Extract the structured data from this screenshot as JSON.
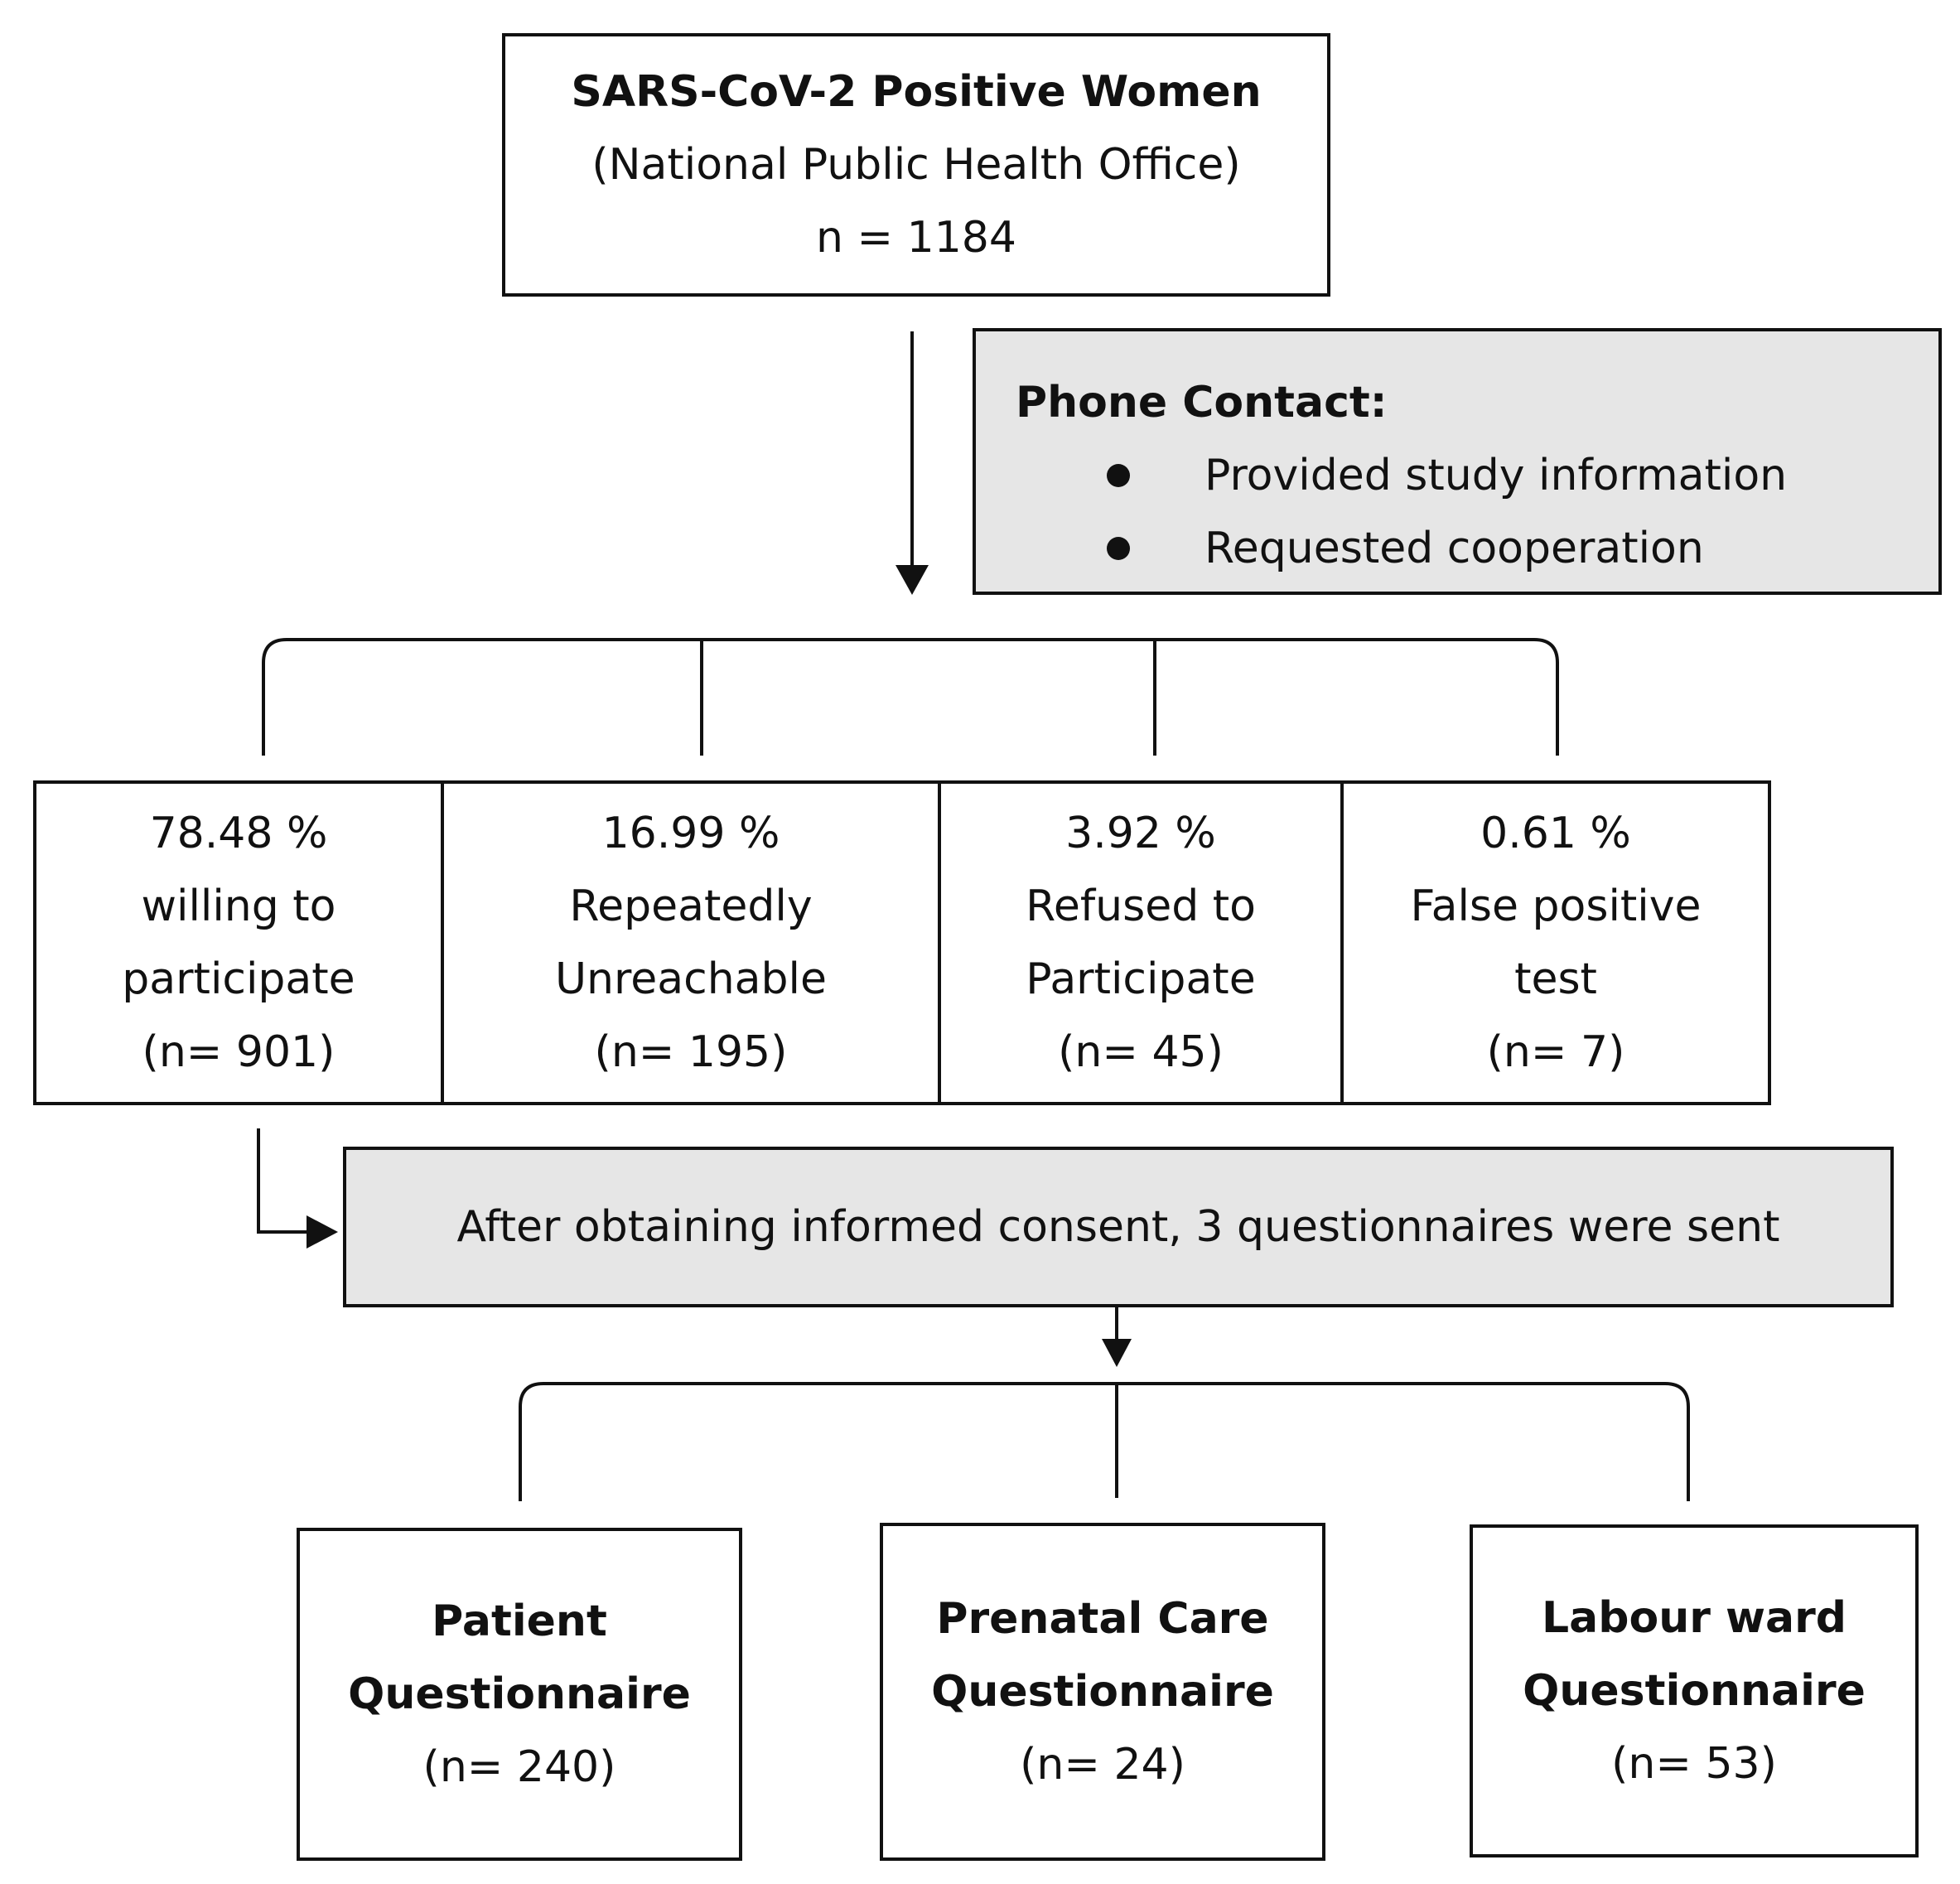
{
  "top_box": {
    "title": "SARS-CoV-2 Positive Women",
    "subtitle": "(National Public Health Office)",
    "count": "n = 1184"
  },
  "phone_contact": {
    "title": "Phone Contact:",
    "bullets": [
      "Provided study information",
      "Requested cooperation"
    ]
  },
  "outcomes": [
    {
      "percent": "78.48 %",
      "lines": [
        "willing to",
        "participate"
      ],
      "n": "(n= 901)"
    },
    {
      "percent": "16.99 %",
      "lines": [
        "Repeatedly",
        "Unreachable"
      ],
      "n": "(n= 195)"
    },
    {
      "percent": "3.92 %",
      "lines": [
        "Refused to",
        "Participate"
      ],
      "n": "(n= 45)"
    },
    {
      "percent": "0.61 %",
      "lines": [
        "False positive",
        "test"
      ],
      "n": "(n= 7)"
    }
  ],
  "consent_box": {
    "text": "After obtaining informed consent, 3 questionnaires were sent"
  },
  "questionnaires": [
    {
      "line1": "Patient",
      "line2": "Questionnaire",
      "n": "(n= 240)"
    },
    {
      "line1": "Prenatal Care",
      "line2": "Questionnaire",
      "n": "(n= 24)"
    },
    {
      "line1": "Labour ward",
      "line2": "Questionnaire",
      "n": "(n= 53)"
    }
  ]
}
